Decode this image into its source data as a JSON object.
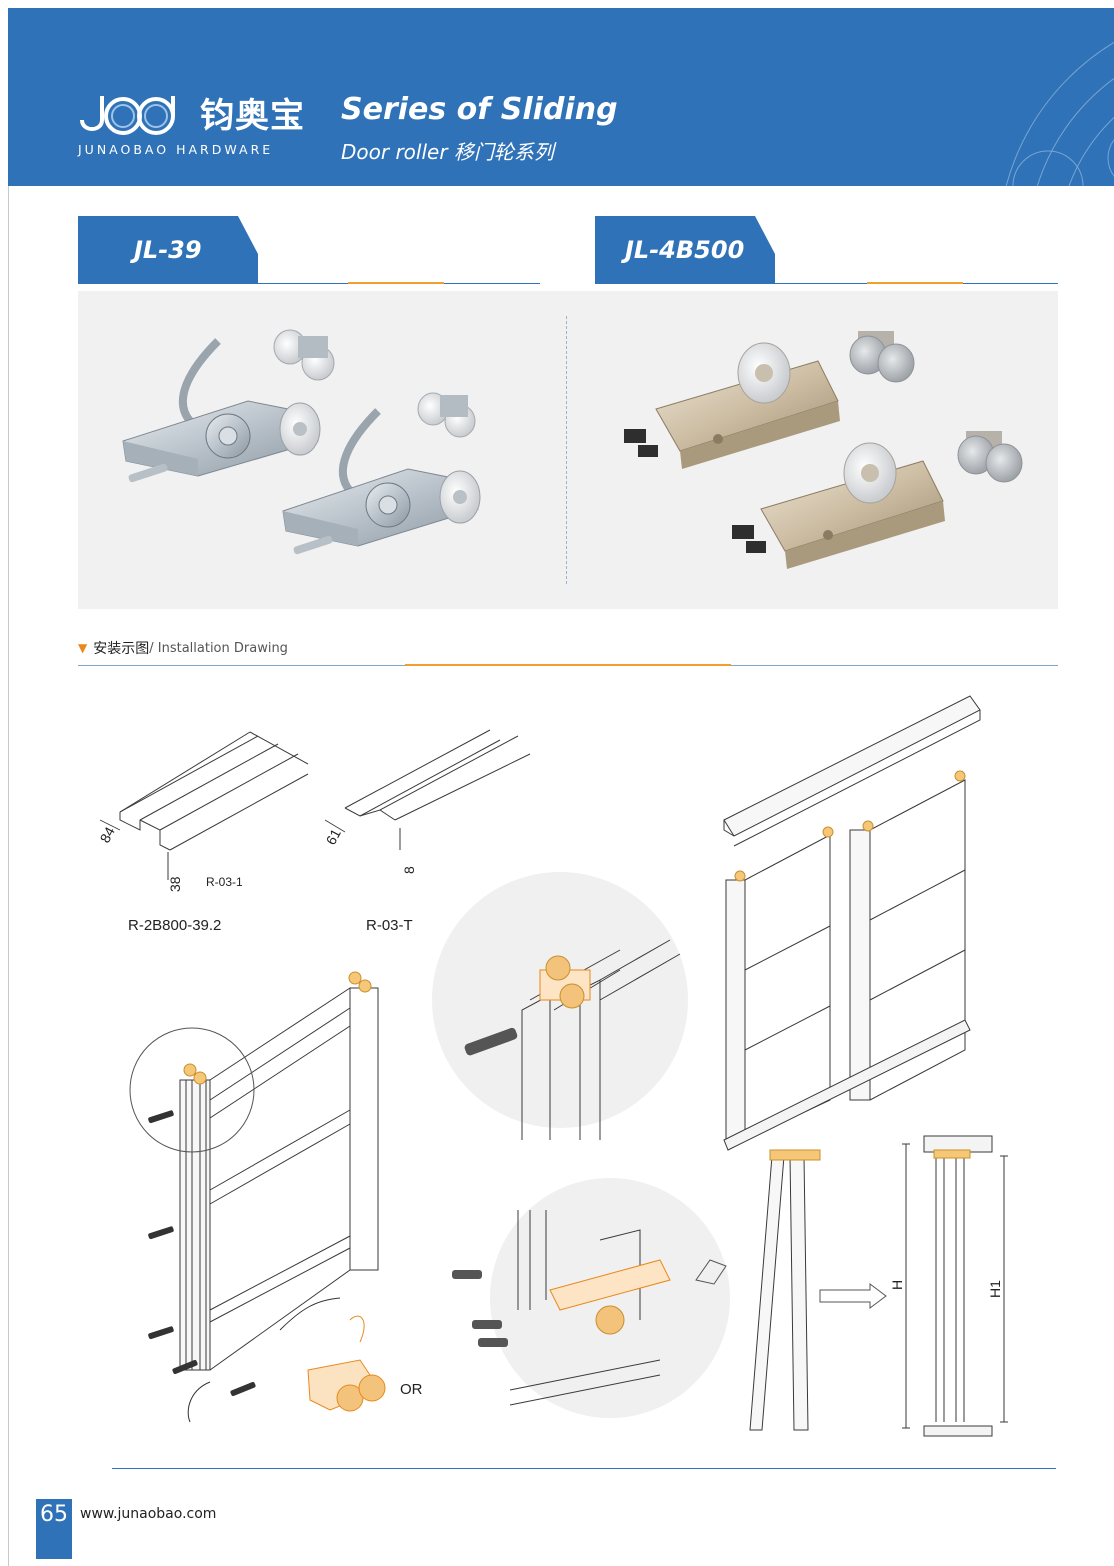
{
  "header": {
    "brand_cn": "钧奥宝",
    "brand_en": "JUNAOBAO HARDWARE",
    "series_title": "Series of Sliding",
    "series_subtitle": "Door roller  移门轮系列",
    "colors": {
      "brand_blue": "#2f72b7",
      "accent_orange": "#f0a030"
    }
  },
  "models": [
    {
      "code": "JL-39"
    },
    {
      "code": "JL-4B500"
    }
  ],
  "section": {
    "title_cn": "安装示图",
    "title_en": "/ Installation Drawing"
  },
  "drawing": {
    "profile_1": {
      "code": "R-2B800-39.2",
      "dim_width": "84",
      "dim_height": "38",
      "inner_code": "R-03-1"
    },
    "profile_2": {
      "code": "R-03-T",
      "dim_width": "61",
      "dim_height": "8"
    },
    "or_label": "OR",
    "dim_h": "H",
    "dim_h1": "H1"
  },
  "footer": {
    "page_number": "65",
    "website": "www.junaobao.com"
  }
}
